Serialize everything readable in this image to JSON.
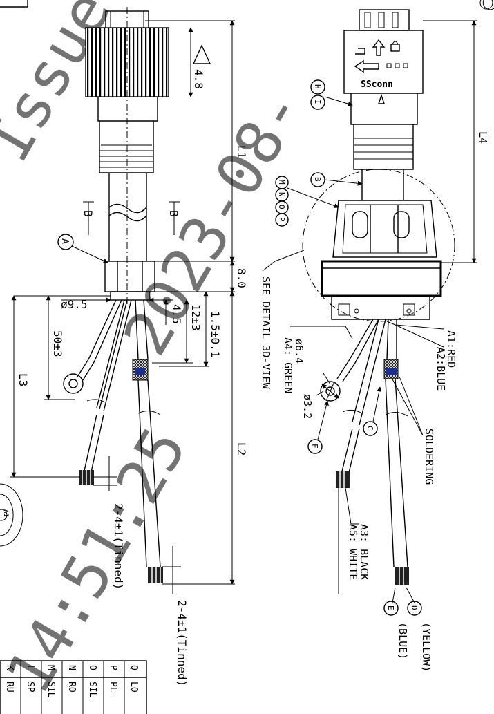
{
  "drawing": {
    "brand": "SSconn",
    "dimensions": {
      "thread": "4.8",
      "length_1": "L1",
      "length_2": "L2",
      "length_3": "L3",
      "length_4": "L4",
      "nut_length": "8.0",
      "cable_dia": "ø9.5",
      "strip_4_5": "4.5",
      "strip_12": "12±3",
      "strip_1_5": "1.5±0.1",
      "branch_50": "50±3",
      "tin_left": "2-4±1(Tinned)",
      "tin_right": "2-4±1(Tinned)",
      "ring_outer": "ø6.4",
      "ring_inner": "ø3.2"
    },
    "callouts": {
      "a": "A",
      "b": "B",
      "c": "C",
      "d": "D",
      "e": "E",
      "f": "F",
      "h": "H",
      "i": "I",
      "m": "M",
      "n": "N",
      "o": "O",
      "p": "P",
      "a1": "A1"
    },
    "section_mark": "B",
    "labels": {
      "see_detail": "SEE DETAIL 3D-VIEW",
      "a1_red": "A1:RED",
      "a2_blue": "A2:BLUE",
      "a4_green": "A4: GREEN",
      "a3_black": "A3: BLACK",
      "a5_white": "A5: WHITE",
      "soldering": "SOLDERING",
      "yellow": "(YELLOW)",
      "blue": "(BLUE)"
    },
    "table": {
      "codes": [
        "K",
        "L",
        "M",
        "N",
        "O",
        "P",
        "Q"
      ],
      "names": [
        "RU",
        "SP",
        "SIL",
        "RO",
        "SIL",
        "PL",
        "LO"
      ]
    }
  }
}
